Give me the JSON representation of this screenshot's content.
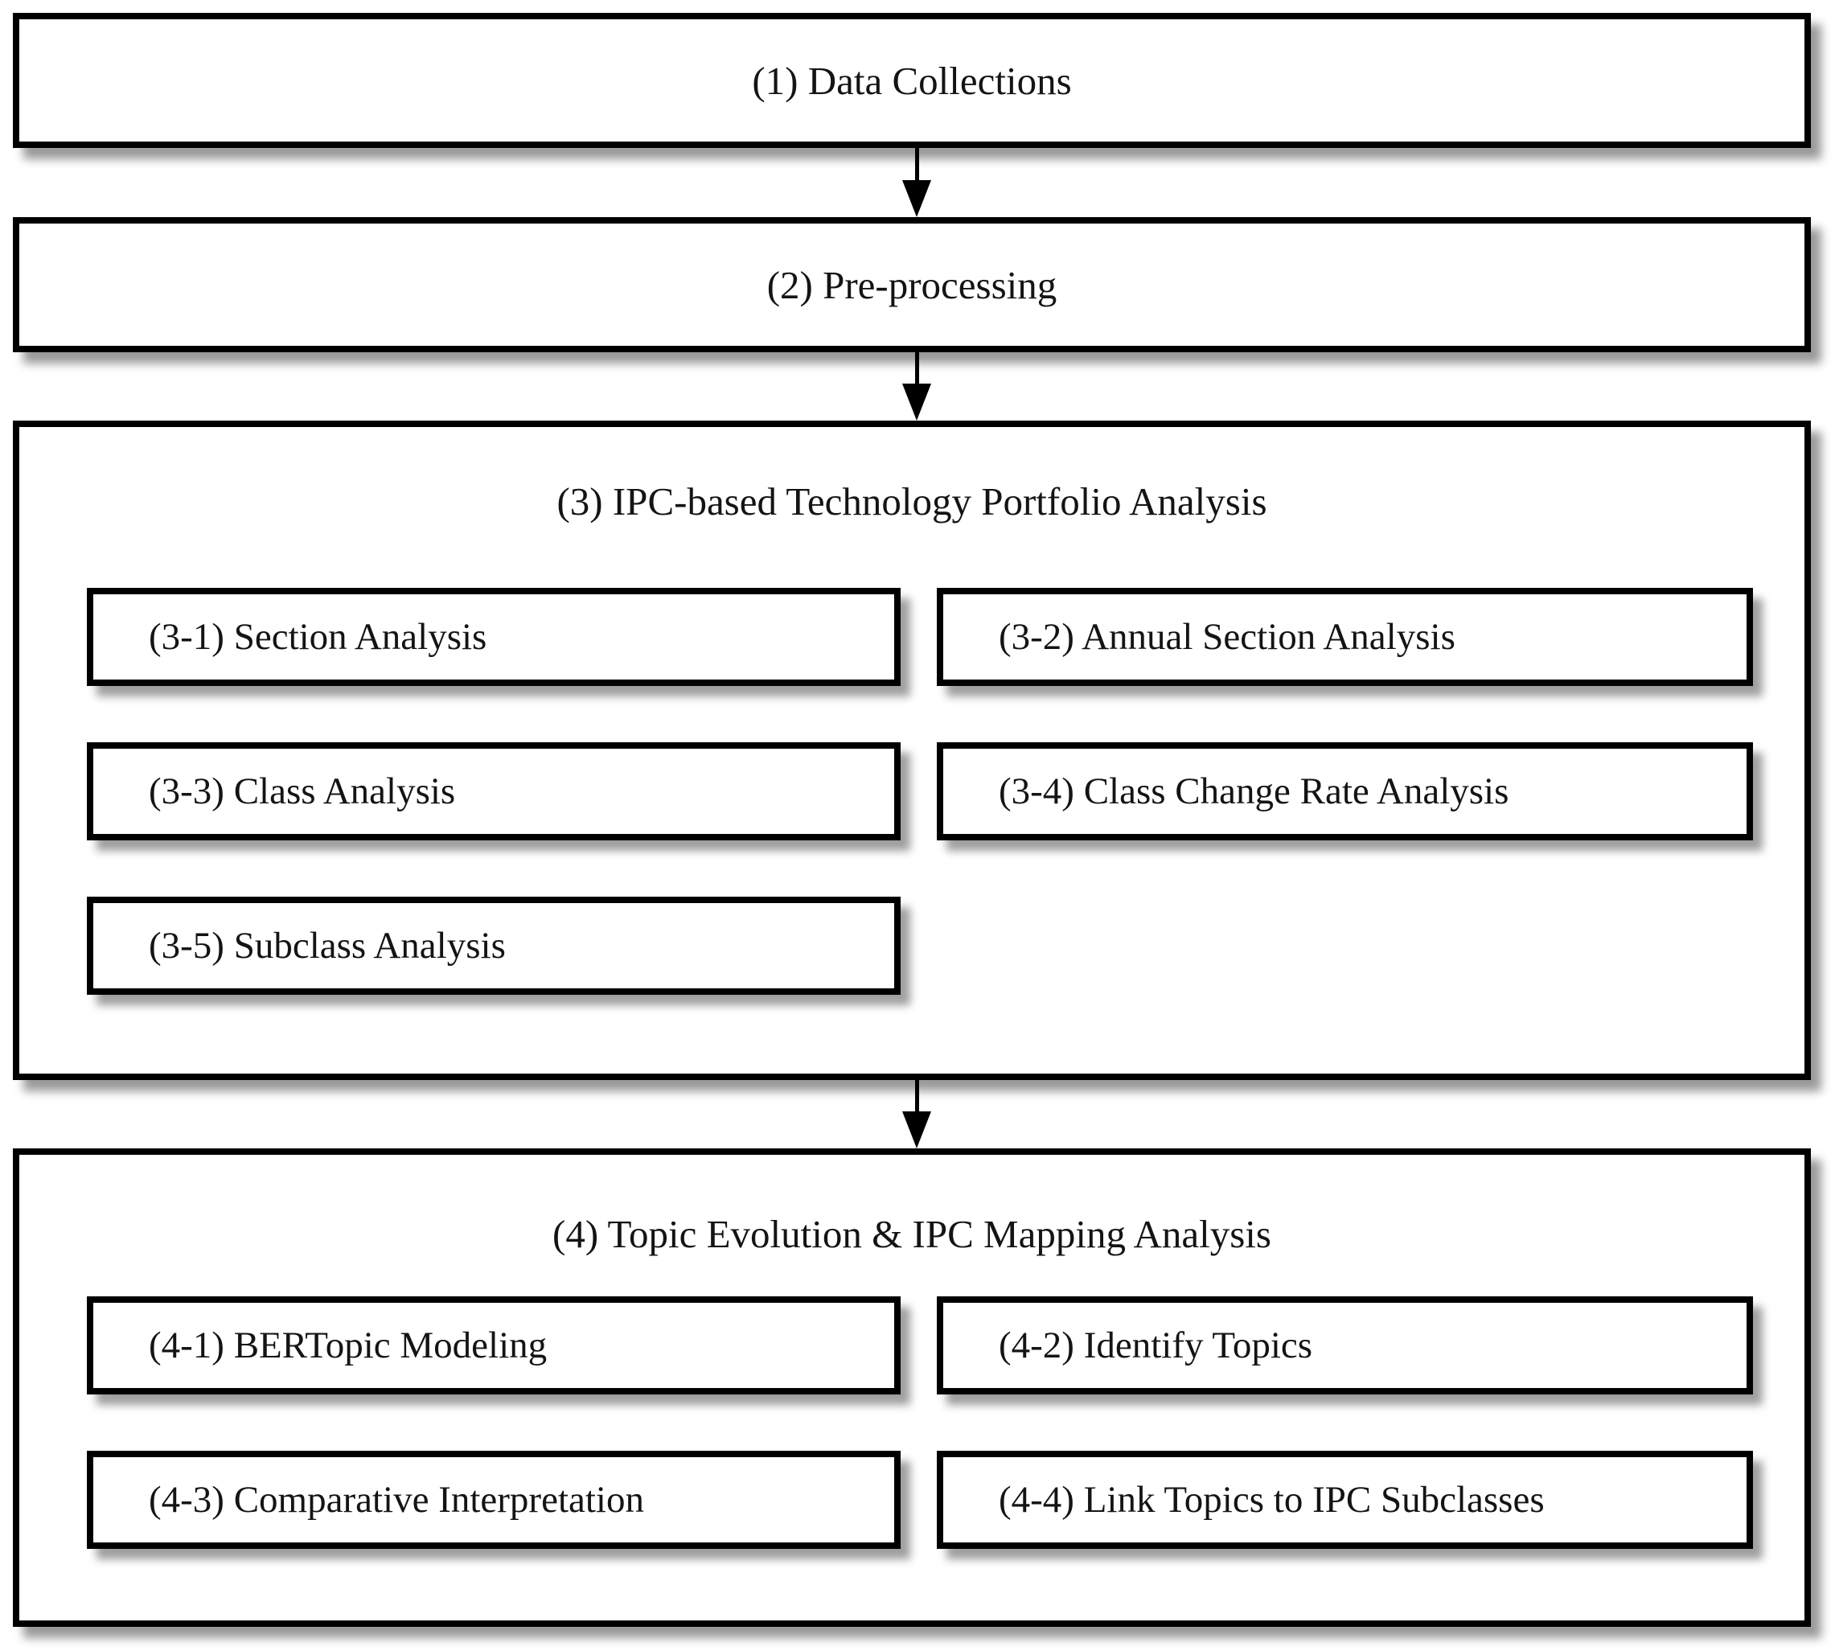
{
  "steps": [
    {
      "label": "(1) Data Collections"
    },
    {
      "label": "(2) Pre-processing"
    },
    {
      "label": "(3) IPC-based Technology Portfolio Analysis",
      "sub": [
        {
          "label": "(3-1) Section Analysis"
        },
        {
          "label": "(3-2) Annual Section Analysis"
        },
        {
          "label": "(3-3) Class Analysis"
        },
        {
          "label": "(3-4) Class Change Rate Analysis"
        },
        {
          "label": "(3-5) Subclass Analysis"
        }
      ]
    },
    {
      "label": "(4) Topic Evolution & IPC Mapping Analysis",
      "sub": [
        {
          "label": "(4-1) BERTopic Modeling"
        },
        {
          "label": "(4-2) Identify Topics"
        },
        {
          "label": "(4-3) Comparative Interpretation"
        },
        {
          "label": "(4-4) Link Topics to IPC Subclasses"
        }
      ]
    }
  ],
  "icons": {
    "connector": "arrow-down"
  },
  "colors": {
    "box_border": "#000000",
    "box_fill": "#ffffff",
    "text": "#141414"
  }
}
